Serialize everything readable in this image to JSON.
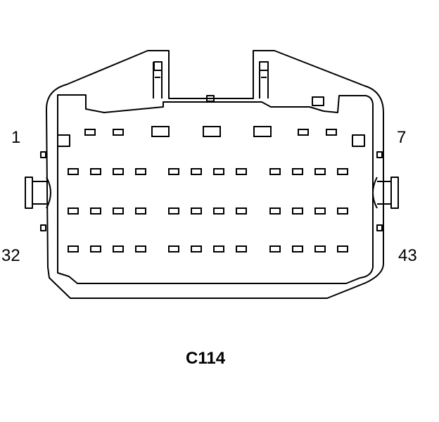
{
  "diagram": {
    "type": "connector-face-view",
    "connector_id": "C114",
    "pin_labels": {
      "top_left": "1",
      "top_right": "7",
      "bottom_left": "32",
      "bottom_right": "43"
    },
    "colors": {
      "stroke": "#000000",
      "background": "#ffffff"
    }
  }
}
